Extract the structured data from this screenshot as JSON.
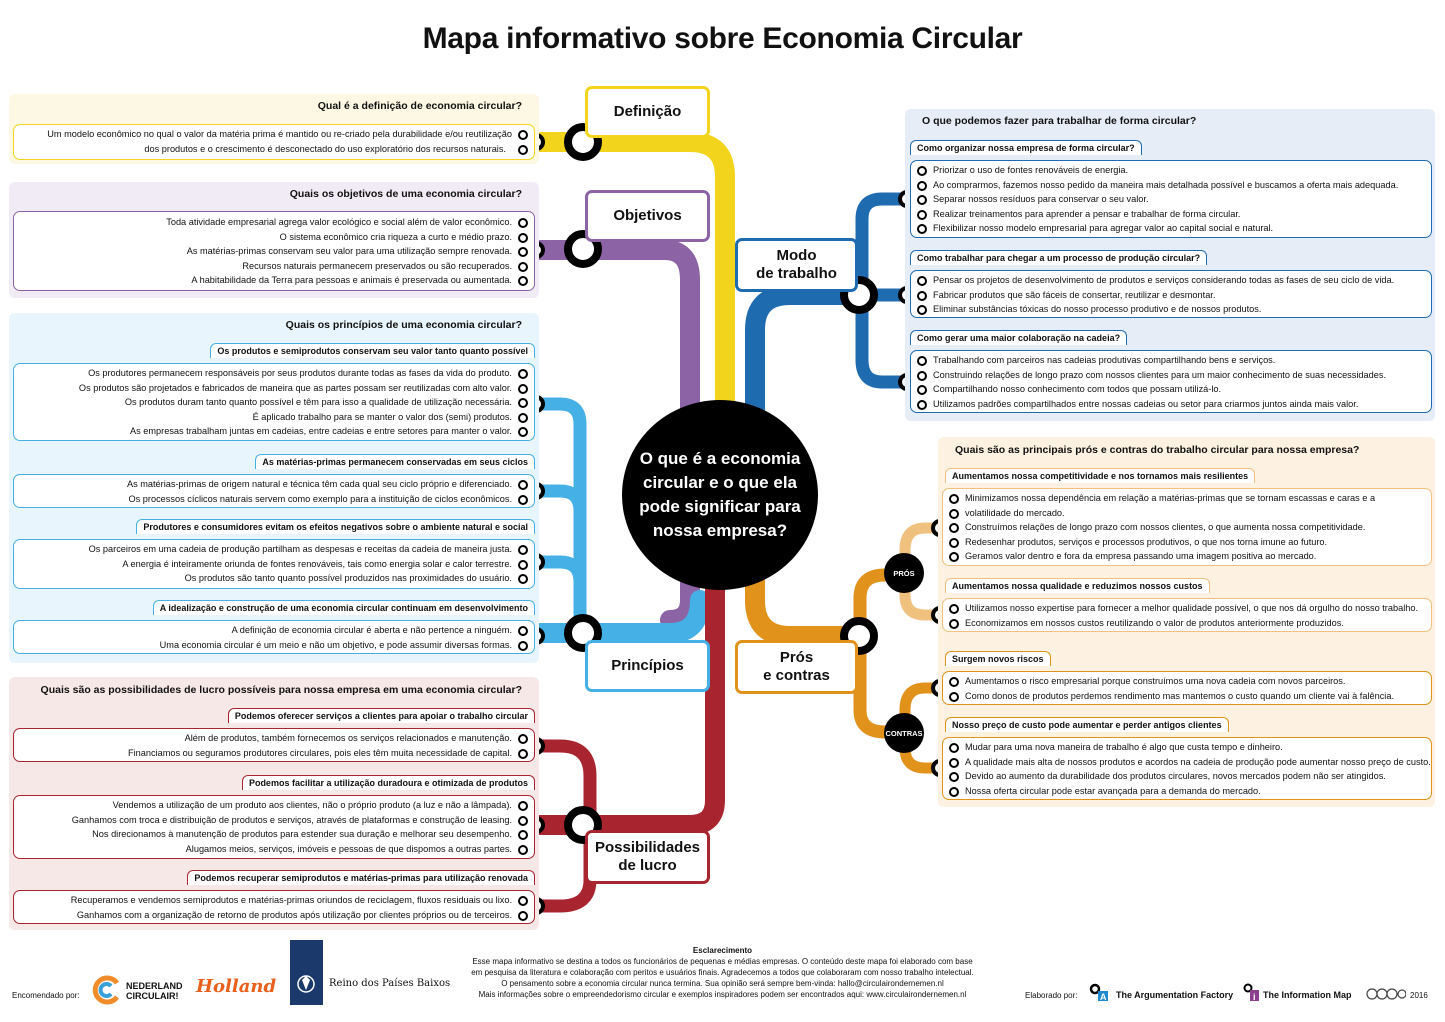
{
  "title": "Mapa informativo sobre Economia Circular",
  "center": "O que é a economia circular e o que ela pode significar para nossa empresa?",
  "colors": {
    "definicao": "#f2d41c",
    "objetivos": "#8c64a6",
    "principios": "#44b0e6",
    "lucro": "#a82530",
    "modo": "#1f6bb0",
    "pros": "#e8a02a"
  },
  "topics": {
    "definicao": "Definição",
    "objetivos": "Objetivos",
    "principios": "Princípios",
    "lucro_1": "Possibilidades",
    "lucro_2": "de lucro",
    "modo_1": "Modo",
    "modo_2": "de trabalho",
    "pros_1": "Prós",
    "pros_2": "e contras",
    "pros_small": "PRÓS",
    "contras_small": "CONTRAS"
  },
  "definicao": {
    "question": "Qual é a definição de economia circular?",
    "lines": [
      "Um modelo econômico no qual o valor da matéria prima é mantido ou re-criado pela durabilidade e/ou reutilização",
      "dos produtos e o crescimento é desconectado do uso exploratório dos recursos naturais."
    ]
  },
  "objetivos": {
    "question": "Quais os objetivos de uma economia circular?",
    "lines": [
      "Toda atividade empresarial agrega valor ecológico e social além de valor econômico.",
      "O sistema econômico cria riqueza a curto e médio prazo.",
      "As matérias-primas conservam seu valor para uma utilização sempre renovada.",
      "Recursos naturais permanecem preservados ou são recuperados.",
      "A habitabilidade da Terra para pessoas e animais é preservada ou aumentada."
    ]
  },
  "principios": {
    "question": "Quais os princípios de uma economia circular?",
    "groups": [
      {
        "title": "Os produtos e semiprodutos conservam seu valor tanto quanto possível",
        "lines": [
          "Os produtores permanecem responsáveis por seus produtos durante todas as fases da vida do produto.",
          "Os produtos são projetados e fabricados de maneira que as partes possam ser reutilizadas com alto valor.",
          "Os produtos duram tanto quanto possível e têm para isso a qualidade de utilização necessária.",
          "É aplicado trabalho para se manter o valor dos (semi) produtos.",
          "As empresas trabalham juntas em cadeias, entre cadeias e entre setores para manter o valor."
        ]
      },
      {
        "title": "As matérias-primas permanecem conservadas em seus ciclos",
        "lines": [
          "As matérias-primas de origem natural e técnica têm cada qual seu ciclo próprio e diferenciado.",
          "Os processos cíclicos naturais servem como exemplo para a instituição de ciclos econômicos."
        ]
      },
      {
        "title": "Produtores e consumidores evitam os efeitos negativos sobre o ambiente natural e social",
        "lines": [
          "Os parceiros em uma cadeia de produção partilham as despesas e receitas da cadeia de maneira justa.",
          "A energia é inteiramente oriunda de fontes renováveis, tais como energia solar e calor terrestre.",
          "Os produtos são tanto quanto possível produzidos nas proximidades do usuário."
        ]
      },
      {
        "title": "A idealização e construção de uma economia circular continuam em desenvolvimento",
        "lines": [
          "A definição de economia circular é aberta e não pertence a ninguém.",
          "Uma economia circular é um meio e não um objetivo, e pode assumir diversas formas."
        ]
      }
    ]
  },
  "lucro": {
    "question": "Quais são as possibilidades de lucro possíveis para nossa empresa em uma economia circular?",
    "groups": [
      {
        "title": "Podemos oferecer serviços a clientes para apoiar o trabalho circular",
        "lines": [
          "Além de produtos, também fornecemos os serviços relacionados e manutenção.",
          "Financiamos ou seguramos produtores circulares, pois eles têm muita necessidade de capital."
        ]
      },
      {
        "title": "Podemos facilitar a utilização duradoura e otimizada de produtos",
        "lines": [
          "Vendemos a utilização de um produto aos clientes, não o próprio produto (a luz e não a lâmpada).",
          "Ganhamos com troca e distribuição de produtos e serviços, através de plataformas e construção de leasing.",
          "Nos direcionamos à manutenção de produtos para estender sua duração e melhorar seu desempenho.",
          "Alugamos meios, serviços, imóveis e pessoas de que dispomos a outras partes."
        ]
      },
      {
        "title": "Podemos recuperar semiprodutos e matérias-primas para utilização renovada",
        "lines": [
          "Recuperamos e vendemos semiprodutos e matérias-primas oriundos de reciclagem, fluxos residuais ou lixo.",
          "Ganhamos com a organização de retorno de produtos após utilização por clientes próprios ou de terceiros."
        ]
      }
    ]
  },
  "modo": {
    "question": "O que podemos fazer para trabalhar de forma circular?",
    "groups": [
      {
        "title": "Como organizar nossa empresa de forma circular?",
        "lines": [
          "Priorizar o uso de fontes renováveis de energia.",
          "Ao comprarmos, fazemos nosso pedido da maneira mais detalhada possível e buscamos a oferta mais adequada.",
          "Separar nossos resíduos para conservar o seu valor.",
          "Realizar treinamentos para aprender a pensar e trabalhar de forma circular.",
          "Flexibilizar nosso modelo empresarial para agregar valor ao capital social e natural."
        ]
      },
      {
        "title": "Como trabalhar para chegar a um processo de produção circular?",
        "lines": [
          "Pensar os projetos de desenvolvimento de produtos e serviços considerando todas as fases de seu ciclo de vida.",
          "Fabricar produtos que são fáceis de consertar, reutilizar e desmontar.",
          "Eliminar substâncias tóxicas do nosso processo produtivo e de nossos produtos."
        ]
      },
      {
        "title": "Como gerar uma maior colaboração na cadeia?",
        "lines": [
          "Trabalhando com parceiros nas cadeias produtivas compartilhando bens e serviços.",
          "Construindo relações de longo prazo com nossos clientes para um maior conhecimento de suas necessidades.",
          "Compartilhando nosso conhecimento com todos que possam utilizá-lo.",
          "Utilizamos padrões compartilhados entre nossas cadeias ou setor para criarmos juntos ainda mais valor."
        ]
      }
    ]
  },
  "pros": {
    "question": "Quais são as principais prós e contras do trabalho circular para nossa empresa?",
    "groups": [
      {
        "title": "Aumentamos nossa competitividade e nos tornamos mais resilientes",
        "lines": [
          "Minimizamos nossa dependência em relação a matérias-primas que se tornam escassas e caras e a",
          "volatilidade do mercado.",
          "Construímos relações de longo prazo com nossos clientes, o que aumenta nossa competitividade.",
          "Redesenhar produtos, serviços e processos produtivos, o que nos torna imune ao futuro.",
          "Geramos valor dentro e fora da empresa passando uma imagem positiva ao mercado."
        ]
      },
      {
        "title": "Aumentamos nossa qualidade e reduzimos nossos custos",
        "lines": [
          "Utilizamos nosso expertise para fornecer a melhor qualidade possível, o que nos dá orgulho do nosso trabalho.",
          "Economizamos em nossos custos reutilizando o valor de produtos anteriormente produzidos."
        ]
      },
      {
        "title": "Surgem novos riscos",
        "lines": [
          "Aumentamos o risco empresarial porque construímos uma nova cadeia com novos parceiros.",
          "Como donos de produtos perdemos rendimento mas mantemos o custo quando um cliente vai à falência."
        ]
      },
      {
        "title": "Nosso preço de custo pode aumentar e perder antigos clientes",
        "lines": [
          "Mudar para uma nova maneira de trabalho é algo que custa tempo e dinheiro.",
          "A qualidade mais alta de nossos produtos e acordos na cadeia de produção pode aumentar nosso preço de custo.",
          "Devido ao aumento da durabilidade dos produtos circulares, novos mercados podem não ser atingidos.",
          "Nossa oferta circular pode estar avançada para a demanda do mercado."
        ]
      }
    ]
  },
  "footer": {
    "encomendado": "Encomendado por:",
    "nl_1": "NEDERLAND",
    "nl_2": "CIRCULAIR!",
    "holland": "Holland",
    "reino": "Reino dos Países Baixos",
    "esc_title": "Esclarecimento",
    "esc": [
      "Esse mapa informativo se destina a todos os funcionários de pequenas e médias empresas. O conteúdo deste mapa foi elaborado com base",
      "em pesquisa da literatura e colaboração com peritos e usuários finais. Agradecemos a todos que colaboraram com nosso trabalho intelectual.",
      "O pensamento sobre a economia circular nunca termina. Sua opinião será sempre bem-vinda: hallo@circulairondernemen.nl",
      "Mais informações sobre o empreendedorismo circular e exemplos inspiradores podem ser encontrados aqui: www.circulairondernemen.nl"
    ],
    "elaborado": "Elaborado por:",
    "af": "The Argumentation Factory",
    "im": "The Information Map",
    "year": "2016"
  }
}
